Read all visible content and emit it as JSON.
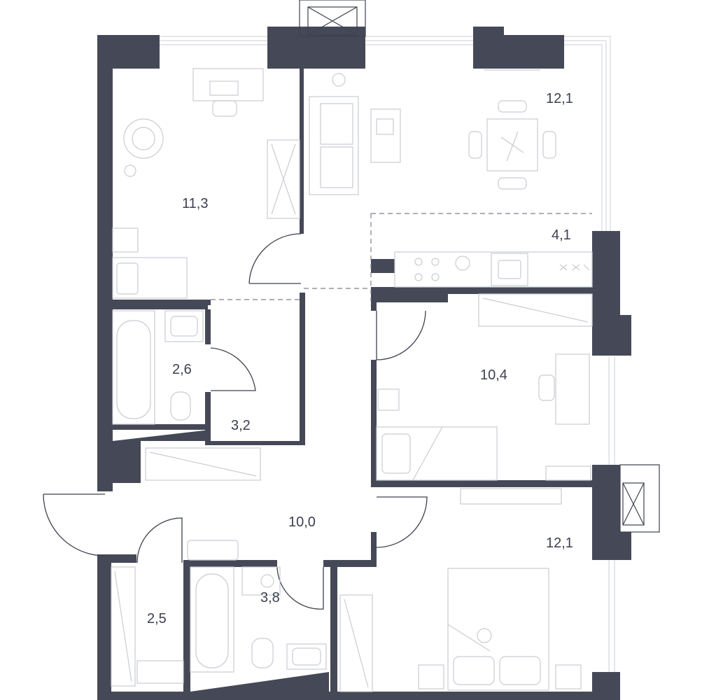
{
  "colors": {
    "wall": "#454957",
    "furniture": "#c9ccd2",
    "label": "#3d4150",
    "background": "#ffffff"
  },
  "rooms": [
    {
      "id": "living-room",
      "area": "12,1"
    },
    {
      "id": "kitchen-zone",
      "area": "4,1"
    },
    {
      "id": "bedroom-left",
      "area": "11,3"
    },
    {
      "id": "bathroom-small",
      "area": "2,6"
    },
    {
      "id": "corridor",
      "area": "3,2"
    },
    {
      "id": "bedroom-middle",
      "area": "10,4"
    },
    {
      "id": "hall",
      "area": "10,0"
    },
    {
      "id": "bedroom-right",
      "area": "12,1"
    },
    {
      "id": "wardrobe",
      "area": "2,5"
    },
    {
      "id": "bathroom-large",
      "area": "3,8"
    }
  ],
  "icons": [
    "bed-icon",
    "sofa-icon",
    "dining-table-icon",
    "desk-icon",
    "bathtub-icon",
    "toilet-icon",
    "sink-icon",
    "stove-icon",
    "wardrobe-icon",
    "armchair-icon",
    "plant-icon",
    "ventilation-icon"
  ]
}
